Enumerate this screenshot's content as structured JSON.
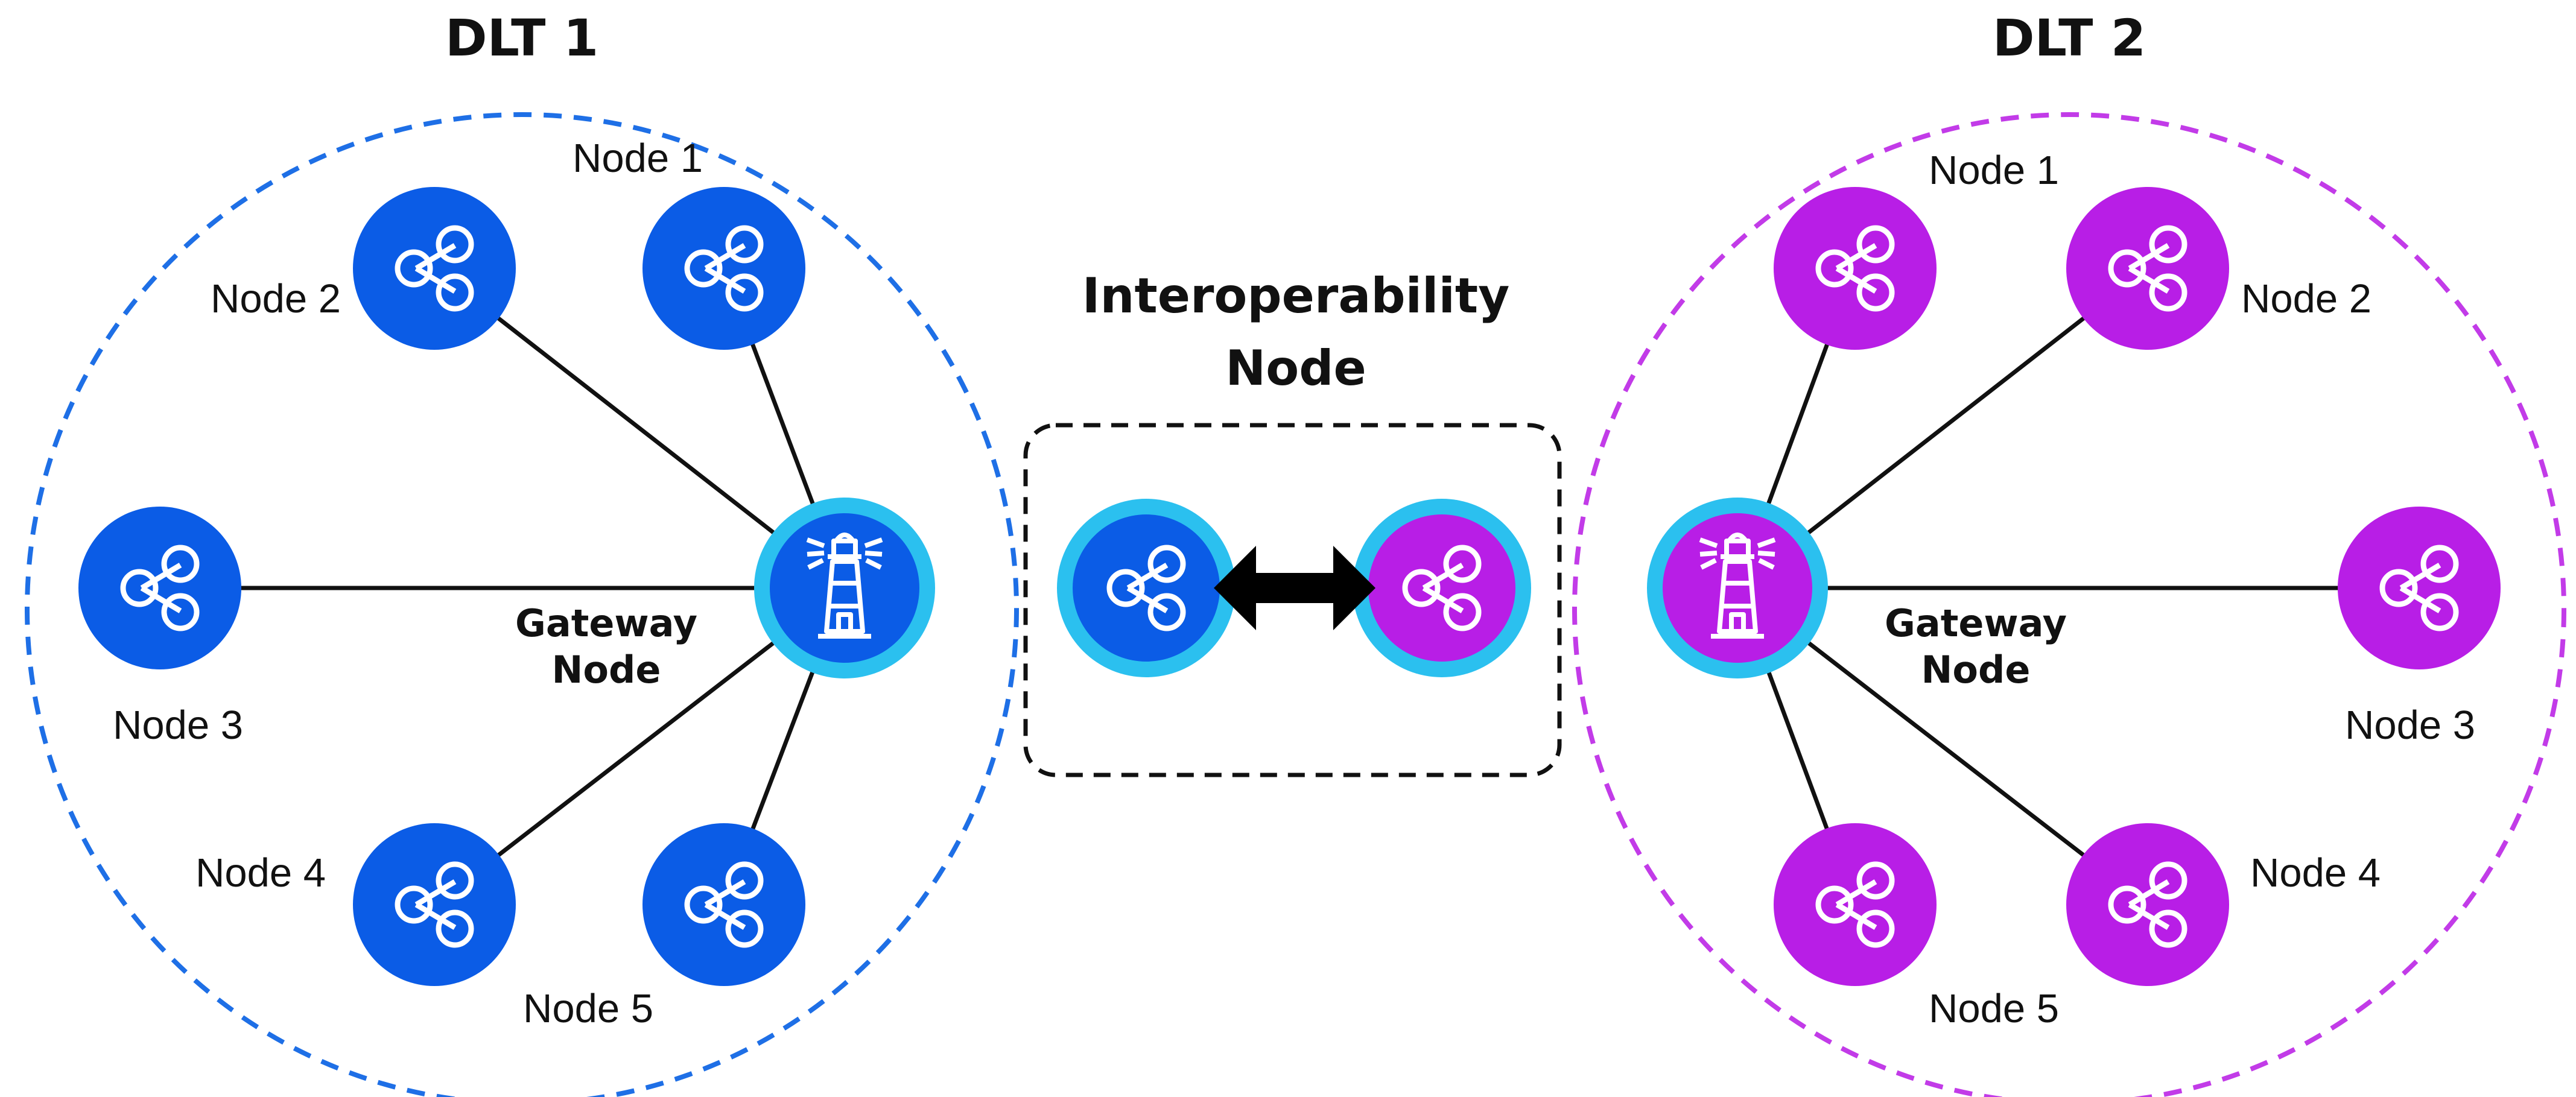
{
  "colors": {
    "dlt1": "#0b5ce6",
    "dlt1_border": "#1e6fe6",
    "dlt2": "#b81ee6",
    "dlt2_border": "#c23be8",
    "gateway_ring": "#2bc0ef",
    "edge": "#111111"
  },
  "dlt1": {
    "title": "DLT 1",
    "gateway_label_line1": "Gateway",
    "gateway_label_line2": "Node",
    "gateway_icon": "lighthouse-icon",
    "nodes": [
      {
        "label": "Node 1",
        "icon": "share-icon"
      },
      {
        "label": "Node 2",
        "icon": "share-icon"
      },
      {
        "label": "Node 3",
        "icon": "share-icon"
      },
      {
        "label": "Node 4",
        "icon": "share-icon"
      },
      {
        "label": "Node 5",
        "icon": "share-icon"
      }
    ]
  },
  "dlt2": {
    "title": "DLT 2",
    "gateway_label_line1": "Gateway",
    "gateway_label_line2": "Node",
    "gateway_icon": "lighthouse-icon",
    "nodes": [
      {
        "label": "Node 1",
        "icon": "share-icon"
      },
      {
        "label": "Node 2",
        "icon": "share-icon"
      },
      {
        "label": "Node 3",
        "icon": "share-icon"
      },
      {
        "label": "Node 4",
        "icon": "share-icon"
      },
      {
        "label": "Node 5",
        "icon": "share-icon"
      }
    ]
  },
  "interop": {
    "title_line1": "Interoperability",
    "title_line2": "Node",
    "arrow_icon": "double-arrow-icon"
  }
}
